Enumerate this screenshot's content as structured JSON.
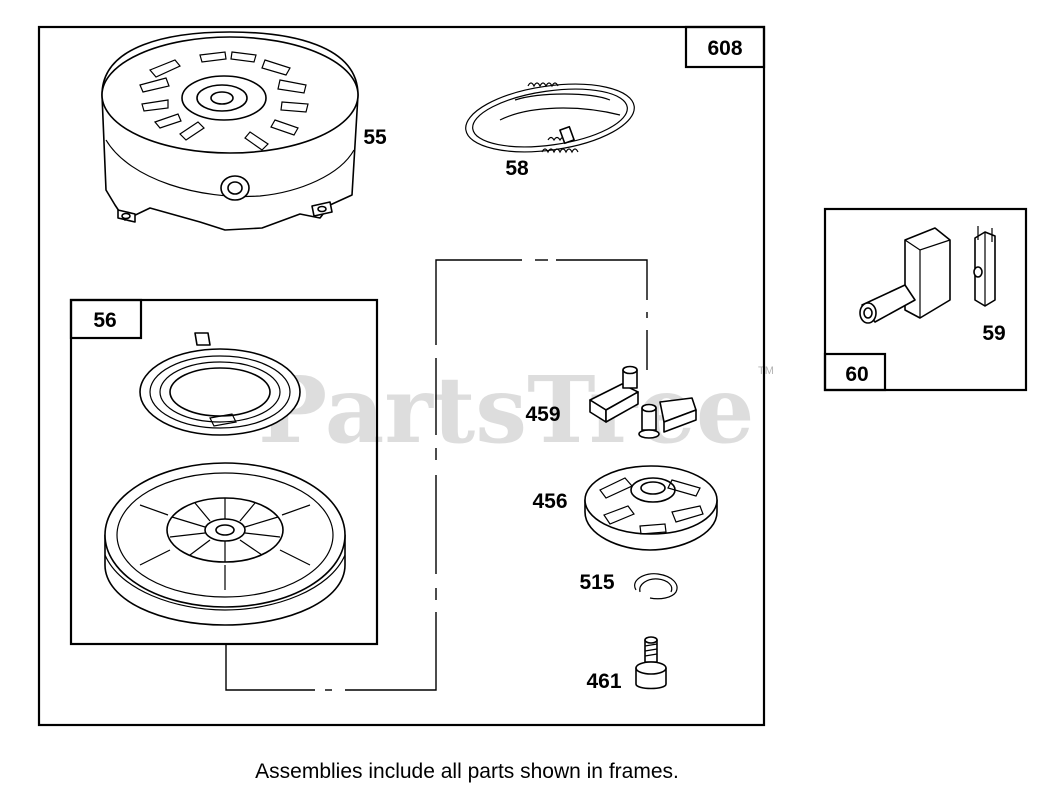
{
  "labels": {
    "assembly_main": "608",
    "assembly_starter": "56",
    "assembly_handle": "60",
    "housing": "55",
    "rope": "58",
    "spring_pulley": "56",
    "pawl": "459",
    "retainer": "456",
    "ring": "515",
    "screw": "461",
    "insert": "59"
  },
  "caption": "Assemblies include all parts shown in frames.",
  "watermark": {
    "text": "PartsTree",
    "tm": "TM"
  }
}
